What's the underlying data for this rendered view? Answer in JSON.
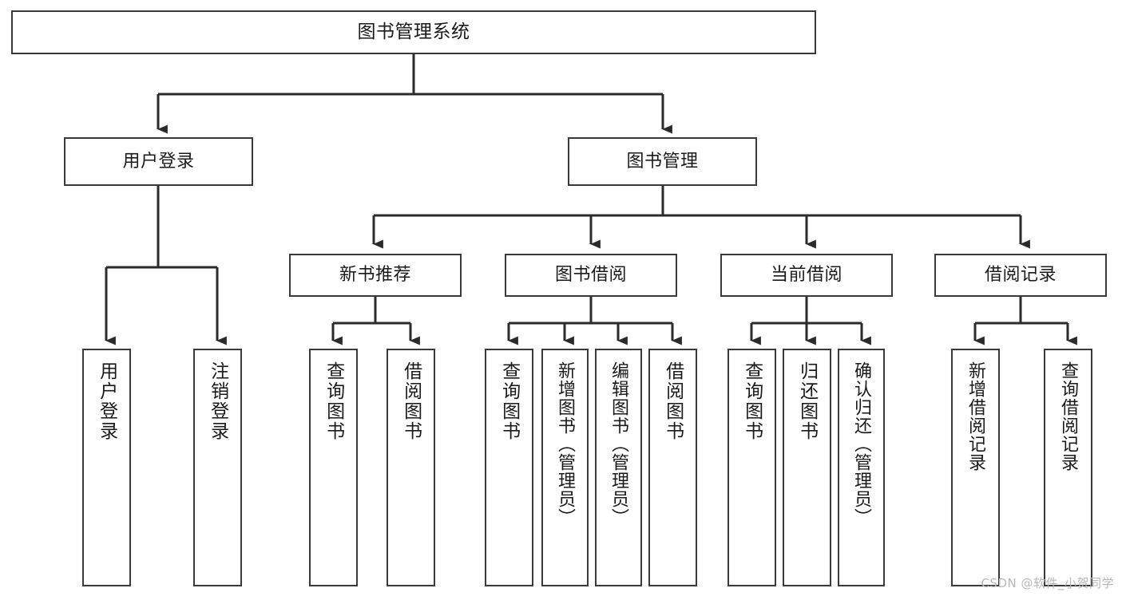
{
  "diagram": {
    "title": "图书管理系统",
    "type": "tree",
    "colors": {
      "box_border": "#3a3a3a",
      "box_fill": "#ffffff",
      "edge": "#2b2b2b",
      "text": "#1a1a1a",
      "watermark": "#b7b7b7"
    },
    "watermark": "CSDN @软件_小贺同学",
    "nodes": {
      "root": {
        "label": "图书管理系统"
      },
      "level1": [
        {
          "id": "user-login",
          "label": "用户登录"
        },
        {
          "id": "book-manage",
          "label": "图书管理"
        }
      ],
      "level2": [
        {
          "id": "new-book-recommend",
          "label": "新书推荐"
        },
        {
          "id": "book-borrow",
          "label": "图书借阅"
        },
        {
          "id": "current-borrow",
          "label": "当前借阅"
        },
        {
          "id": "borrow-record",
          "label": "借阅记录"
        }
      ],
      "leaves": {
        "user-login": [
          {
            "id": "leaf-user-login",
            "label": "用户登录"
          },
          {
            "id": "leaf-user-logout",
            "label": "注销登录"
          }
        ],
        "new-book-recommend": [
          {
            "id": "leaf-query-book-1",
            "label": "查询图书"
          },
          {
            "id": "leaf-borrow-book-1",
            "label": "借阅图书"
          }
        ],
        "book-borrow": [
          {
            "id": "leaf-query-book-2",
            "label": "查询图书"
          },
          {
            "id": "leaf-add-book",
            "label": "新增图书（管理员）"
          },
          {
            "id": "leaf-edit-book",
            "label": "编辑图书（管理员）"
          },
          {
            "id": "leaf-borrow-book-2",
            "label": "借阅图书"
          }
        ],
        "current-borrow": [
          {
            "id": "leaf-query-book-3",
            "label": "查询图书"
          },
          {
            "id": "leaf-return-book",
            "label": "归还图书"
          },
          {
            "id": "leaf-confirm-return",
            "label": "确认归还（管理员）"
          }
        ],
        "borrow-record": [
          {
            "id": "leaf-add-record",
            "label": "新增借阅记录"
          },
          {
            "id": "leaf-query-record",
            "label": "查询借阅记录"
          }
        ]
      }
    }
  }
}
